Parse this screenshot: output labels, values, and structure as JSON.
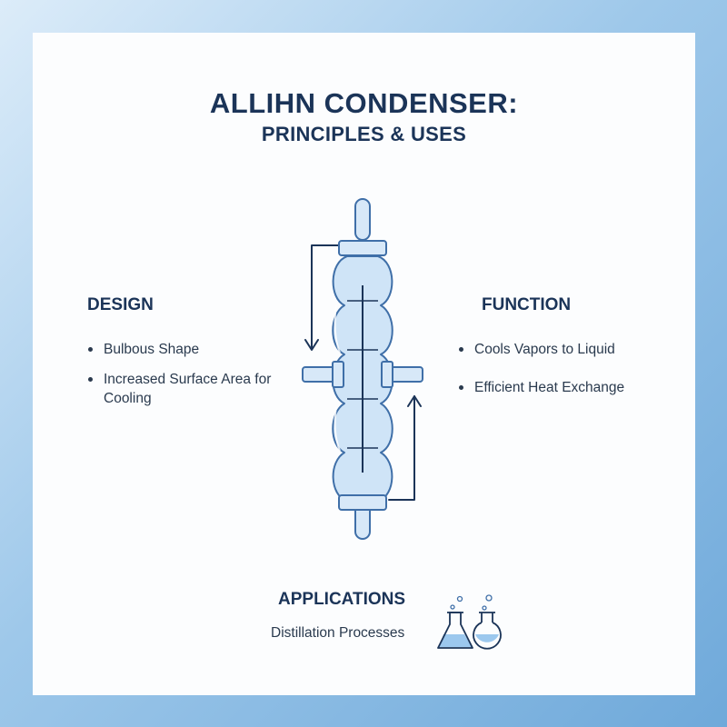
{
  "title": {
    "line1": "ALLIHN CONDENSER:",
    "line2": "PRINCIPLES & USES"
  },
  "design": {
    "heading": "DESIGN",
    "items": [
      "Bulbous Shape",
      "Increased Surface Area for Cooling"
    ]
  },
  "function": {
    "heading": "FUNCTION",
    "items": [
      "Cools Vapors to Liquid",
      "Efficient Heat Exchange"
    ]
  },
  "applications": {
    "heading": "APPLICATIONS",
    "text": "Distillation Processes"
  },
  "colors": {
    "navy": "#1b3458",
    "glass_fill": "#cfe4f7",
    "glass_stroke": "#3f6fa8",
    "liquid": "#9cc8ee"
  },
  "icons": [
    "allihn-condenser-icon",
    "erlenmeyer-flask-icon",
    "round-bottom-flask-icon"
  ]
}
